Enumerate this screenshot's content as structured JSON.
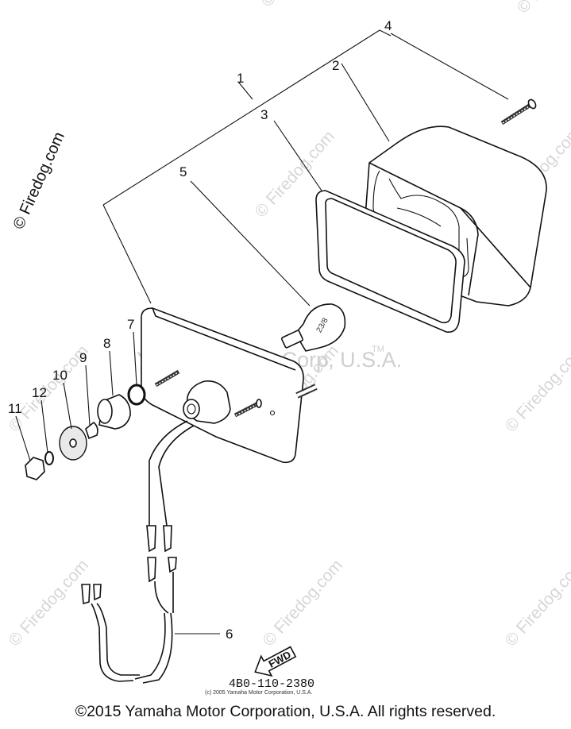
{
  "diagram": {
    "part_number": "4B0-110-2380",
    "small_copyright": "(c) 2005 Yamaha Motor Corporation, U.S.A.",
    "fwd_label": "FWD",
    "callouts": [
      {
        "number": "1",
        "part": "taillight-assembly"
      },
      {
        "number": "2",
        "part": "lens"
      },
      {
        "number": "3",
        "part": "gasket"
      },
      {
        "number": "4",
        "part": "screw"
      },
      {
        "number": "5",
        "part": "bulb"
      },
      {
        "number": "6",
        "part": "wire-harness"
      },
      {
        "number": "7",
        "part": "washer"
      },
      {
        "number": "8",
        "part": "grommet"
      },
      {
        "number": "9",
        "part": "collar"
      },
      {
        "number": "10",
        "part": "plate-washer"
      },
      {
        "number": "11",
        "part": "nut"
      },
      {
        "number": "12",
        "part": "spring-washer"
      }
    ]
  },
  "watermarks": {
    "brand": "© Firedog.com",
    "manufacturer": "Yamaha Motor Corp, U.S.A.",
    "trademark": "TM"
  },
  "footer": {
    "copyright": "©2015 Yamaha Motor Corporation, U.S.A. All rights reserved."
  }
}
